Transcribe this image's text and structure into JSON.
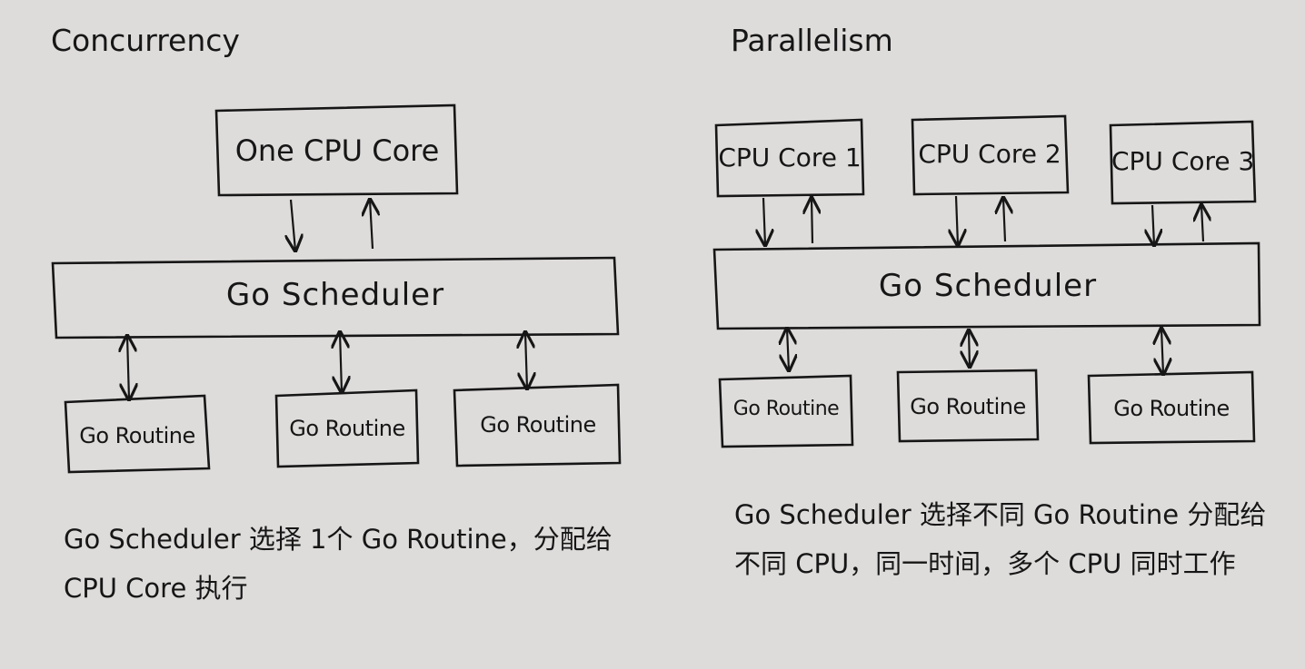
{
  "concurrency": {
    "title": "Concurrency",
    "cpu_label": "One CPU Core",
    "scheduler_label": "Go Scheduler",
    "routines": [
      "Go Routine",
      "Go Routine",
      "Go Routine"
    ],
    "note": "Go Scheduler 选择 1个 Go Routine，分配给 CPU Core 执行"
  },
  "parallelism": {
    "title": "Parallelism",
    "cpus": [
      "CPU Core 1",
      "CPU Core 2",
      "CPU Core 3"
    ],
    "scheduler_label": "Go Scheduler",
    "routines": [
      "Go Routine",
      "Go Routine",
      "Go Routine"
    ],
    "note": "Go Scheduler 选择不同 Go Routine 分配给不同 CPU，同一时间，多个 CPU 同时工作"
  },
  "colors": {
    "ink": "#161616",
    "paper": "#dedcdb"
  }
}
